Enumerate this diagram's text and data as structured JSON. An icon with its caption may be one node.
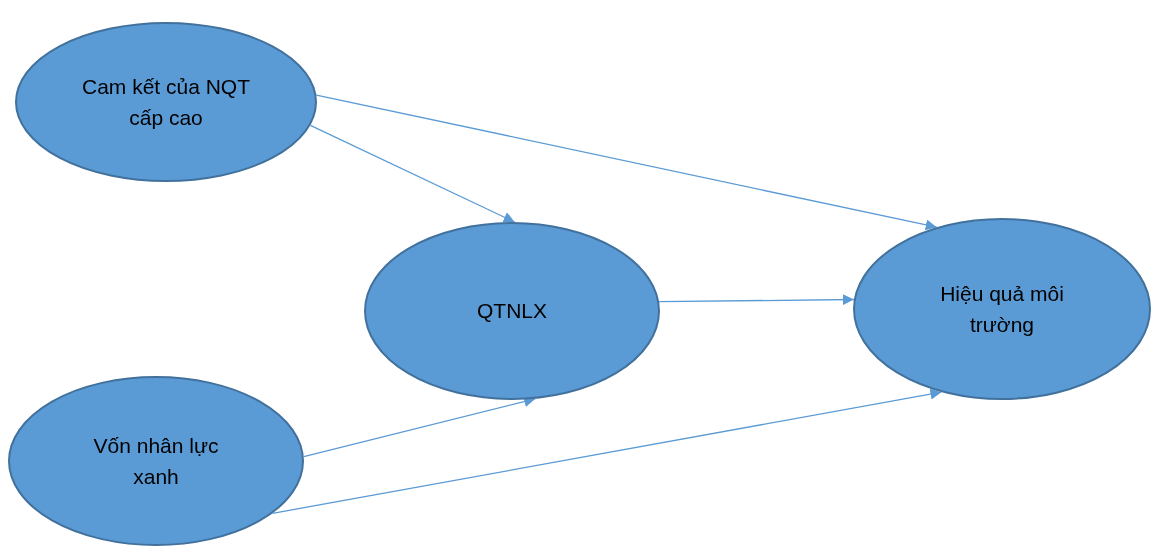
{
  "diagram": {
    "nodes": [
      {
        "text": [
          "Cam kết của NQT cấp cao"
        ]
      },
      {
        "text": [
          "QTNLX"
        ]
      },
      {
        "text": [
          "Hiệu quả môi trường"
        ]
      },
      {
        "text": [
          "Vốn nhân lực xanh"
        ]
      }
    ],
    "edges": [
      {
        "from": 0,
        "to": 2,
        "arrow": "to"
      },
      {
        "from": 0,
        "to": 1,
        "arrow": "to"
      },
      {
        "from": 1,
        "to": 2,
        "arrow": "to"
      },
      {
        "from": 3,
        "to": 1,
        "arrow": "to"
      },
      {
        "from": 3,
        "to": 2,
        "arrow": "to"
      }
    ]
  }
}
